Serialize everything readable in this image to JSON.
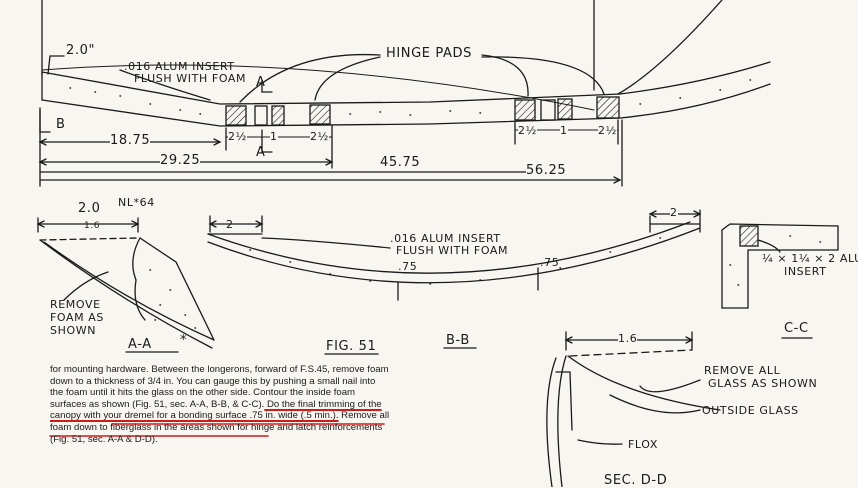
{
  "figure": {
    "top_view": {
      "dim_2_0": "2.0\"",
      "alum_insert_line1": ".016 ALUM INSERT",
      "alum_insert_line2": "FLUSH WITH FOAM",
      "hinge_pads": "HINGE PADS",
      "section_a": "A",
      "section_b": "B",
      "dim_18_75": "18.75",
      "dim_29_25": "29.25",
      "dim_45_75": "45.75",
      "dim_56_25": "56.25",
      "pad_width_a": "2½",
      "pad_gap": "1",
      "pad_width_b": "2½"
    },
    "section_aa": {
      "dim_top": "2.0",
      "dim_sub": "1.6",
      "note": "NL*64",
      "remove_line1": "REMOVE",
      "remove_line2": "FOAM AS",
      "remove_line3": "SHOWN",
      "label": "A-A",
      "mark": "*"
    },
    "fig_label": "FIG. 51",
    "section_bb": {
      "dim_left": "2",
      "dim_right": "2",
      "insert_line1": ".016 ALUM INSERT",
      "insert_line2": "FLUSH WITH FOAM",
      "thick_left": ".75",
      "thick_right": ".75",
      "label": "B-B"
    },
    "section_cc": {
      "insert_line1": "¼ × 1¼ × 2 ALUM.",
      "insert_line2": "INSERT",
      "label": "C-C"
    },
    "section_dd": {
      "dim": "1.6",
      "remove_line1": "REMOVE ALL",
      "remove_line2": "GLASS AS SHOWN",
      "outside_glass": "OUTSIDE GLASS",
      "flox": "FLOX",
      "label": "SEC. D-D"
    }
  },
  "text": {
    "part1": "for mounting hardware. Between the longerons, forward of F.S.45, remove foam down to a thickness of 3/4 in. You can gauge this by pushing a small nail into the foam until it hits the glass on the other side. Contour the inside foam surfaces as shown (Fig. 51, sec. A-A, B-B, & C-C).",
    "underlined": " Do the final trimming of the canopy with your dremel for a bonding surface .75 in. wide (.5 min.).",
    "part2": " Remove all foam down to fiberglass in the areas shown for hinge and latch reinforcements (Fig. 51, sec. A-A & D-D)."
  },
  "colors": {
    "ink": "#1a1a1a",
    "paper": "#f7f6f1",
    "underline": "#d11a1a"
  }
}
